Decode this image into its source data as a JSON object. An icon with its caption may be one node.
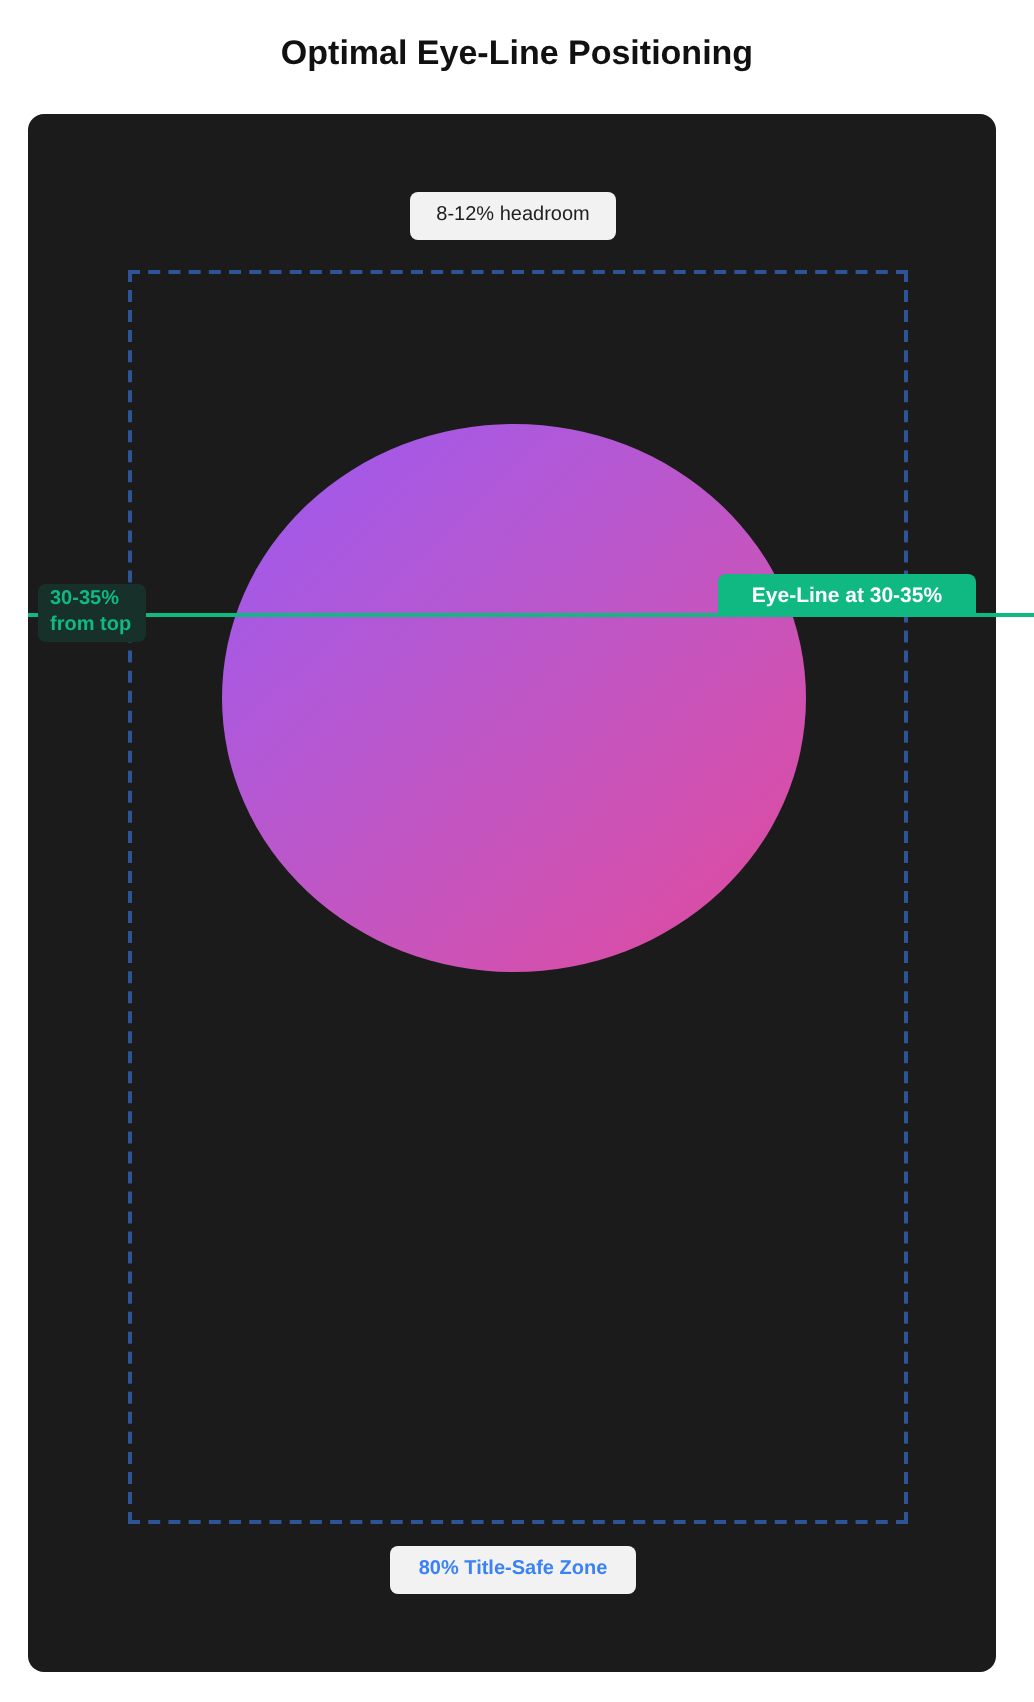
{
  "diagram": {
    "title": "Optimal Eye-Line Positioning",
    "nodes": [
      {
        "text": [],
        "shape": "box"
      },
      {
        "text": [],
        "shape": "box",
        "in": 0
      },
      {
        "text": [
          "8-12% headroom"
        ],
        "in": 0
      },
      {
        "text": [],
        "shape": "circle",
        "in": 1
      },
      {
        "text": [
          "Eye-Line at 30-35%"
        ],
        "in": 0
      },
      {
        "text": [
          "30-35% from top"
        ],
        "in": 0
      },
      {
        "text": [
          "80% Title-Safe Zone"
        ],
        "in": 0
      }
    ]
  }
}
